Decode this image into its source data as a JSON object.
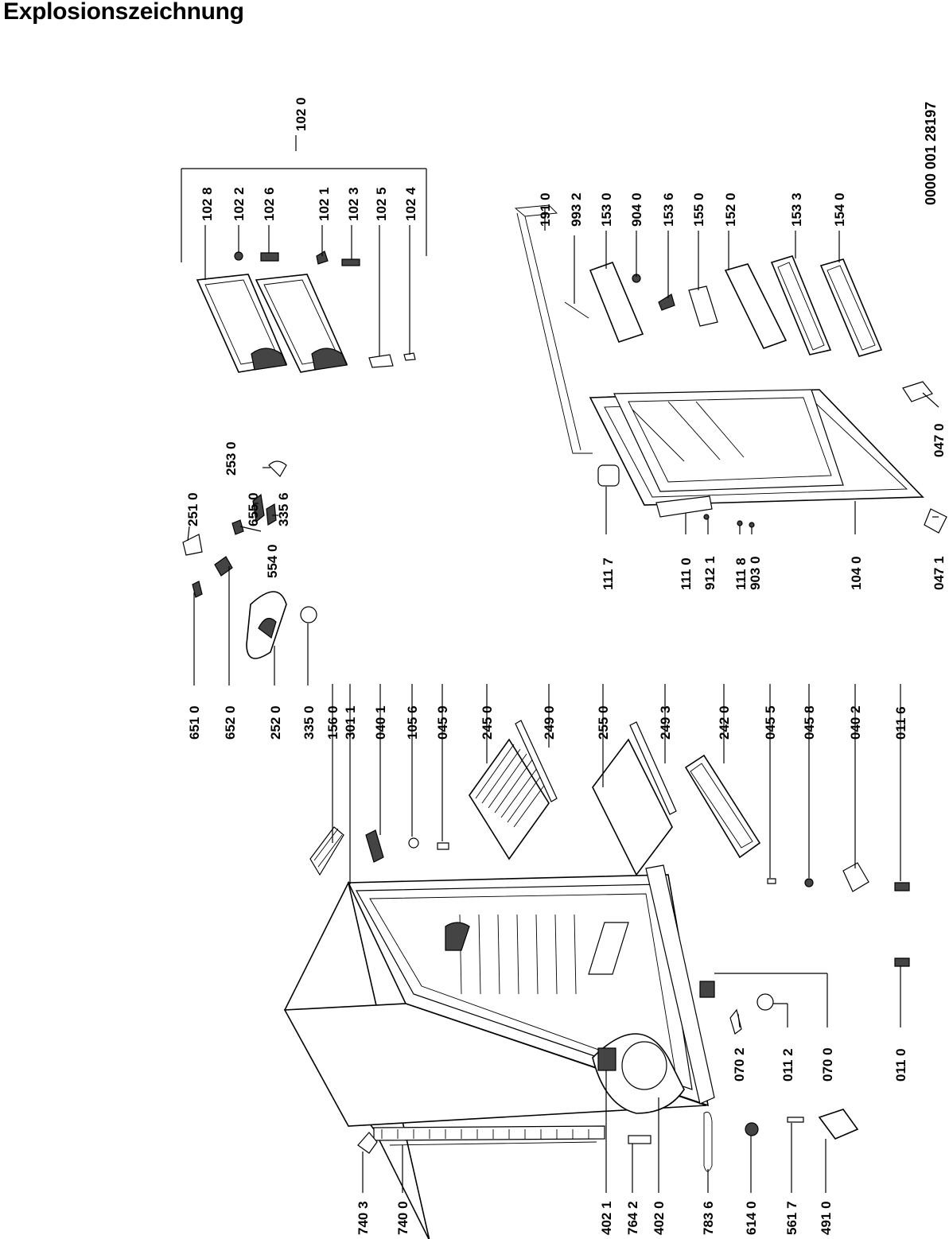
{
  "title": "Explosionszeichnung",
  "document_number": "0000 001 28197",
  "part_numbers": [
    "102 0",
    "102 8",
    "102 2",
    "102 6",
    "102 1",
    "102 3",
    "102 5",
    "102 4",
    "191 0",
    "993 2",
    "153 0",
    "904 0",
    "153 6",
    "155 0",
    "152 0",
    "153 3",
    "154 0",
    "251 0",
    "253 0",
    "655 0",
    "335 6",
    "554 0",
    "651 0",
    "652 0",
    "252 0",
    "335 0",
    "111 7",
    "111 0",
    "912 1",
    "111 8",
    "903 0",
    "104 0",
    "047 0",
    "047 1",
    "156 0",
    "301 1",
    "040 1",
    "105 6",
    "045 9",
    "245 0",
    "249 0",
    "255 0",
    "249 3",
    "242 0",
    "045 5",
    "045 8",
    "040 2",
    "011 6",
    "070 2",
    "011 2",
    "070 0",
    "011 0",
    "740 3",
    "740 0",
    "402 1",
    "764 2",
    "402 0",
    "783 6",
    "614 0",
    "561 7",
    "491 0"
  ]
}
